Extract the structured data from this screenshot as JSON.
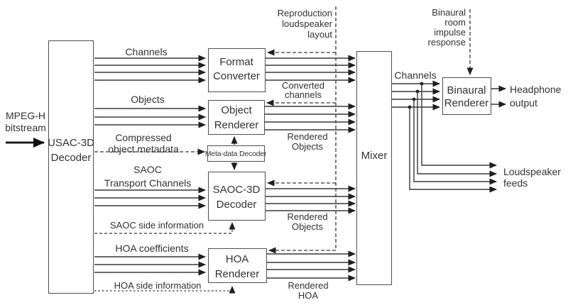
{
  "colors": {
    "line": "#383838",
    "box_border": "#4f4f4f",
    "text": "#333333",
    "background": "#ffffff"
  },
  "blocks": {
    "usac_decoder": {
      "line1": "USAC-3D",
      "line2": "Decoder"
    },
    "format_converter": {
      "line1": "Format",
      "line2": "Converter"
    },
    "object_renderer": {
      "line1": "Object",
      "line2": "Renderer"
    },
    "metadata_decoder": {
      "label": "Meta-data Decoder"
    },
    "saoc_decoder": {
      "line1": "SAOC-3D",
      "line2": "Decoder"
    },
    "hoa_renderer": {
      "line1": "HOA",
      "line2": "Renderer"
    },
    "mixer": {
      "label": "Mixer"
    },
    "binaural_renderer": {
      "line1": "Binaural",
      "line2": "Renderer"
    }
  },
  "labels": {
    "mpegh": {
      "line1": "MPEG-H",
      "line2": "bitstream"
    },
    "channels": "Channels",
    "objects": "Objects",
    "compressed_metadata": {
      "line1": "Compressed",
      "line2": "object metadata"
    },
    "saoc_transport": {
      "line1": "SAOC",
      "line2": "Transport Channels"
    },
    "saoc_side_info": "SAOC side information",
    "hoa_coefficients": "HOA coefficients",
    "hoa_side_info": "HOA side information",
    "converted_channels": {
      "line1": "Converted",
      "line2": "channels"
    },
    "rendered_objects": {
      "line1": "Rendered",
      "line2": "Objects"
    },
    "rendered_hoa": {
      "line1": "Rendered",
      "line2": "HOA"
    },
    "reproduction_layout": {
      "line1": "Reproduction",
      "line2": "loudspeaker",
      "line3": "layout"
    },
    "binaural_rir": {
      "line1": "Binaural",
      "line2": "room",
      "line3": "impulse",
      "line4": "response"
    },
    "mixer_channels": "Channels",
    "headphone_output": {
      "line1": "Headphone",
      "line2": "output"
    },
    "loudspeaker_feeds": {
      "line1": "Loudspeaker",
      "line2": "feeds"
    }
  }
}
